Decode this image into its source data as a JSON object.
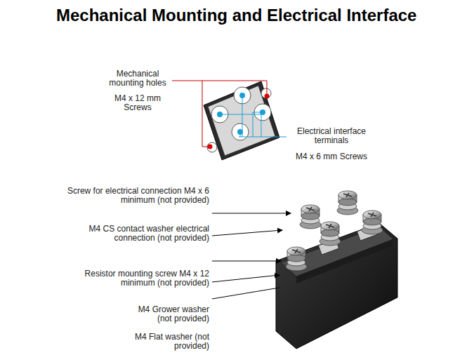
{
  "diagram": {
    "title": "Mechanical Mounting and Electrical Interface",
    "labels": [
      "Mechanical mounting holes",
      "M4 x 12 mm Screws",
      "Electrical interface terminals",
      "M4 x 6 mm Screws",
      "Screw for electrical connection M4 x 6 minimum (not provided)",
      "M4 CS contact washer electrical connection (not provided)",
      "Resistor mounting screw M4 x 12 minimum (not provided)",
      "M4 Grower washer (not provided)",
      "M4 Flat washer (not provided)"
    ]
  }
}
